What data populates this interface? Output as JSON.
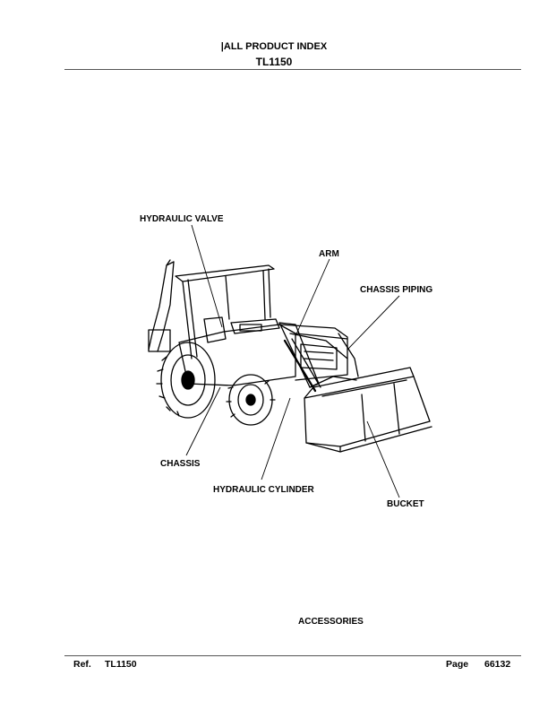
{
  "header": {
    "title": "|ALL PRODUCT INDEX",
    "model": "TL1150"
  },
  "callouts": {
    "hydraulic_valve": "HYDRAULIC VALVE",
    "arm": "ARM",
    "chassis_piping": "CHASSIS PIPING",
    "chassis": "CHASSIS",
    "hydraulic_cylinder": "HYDRAULIC CYLINDER",
    "bucket": "BUCKET"
  },
  "section": "ACCESSORIES",
  "footer": {
    "ref_label": "Ref.",
    "ref_value": "TL1150",
    "page_label": "Page",
    "page_value": "66132"
  }
}
